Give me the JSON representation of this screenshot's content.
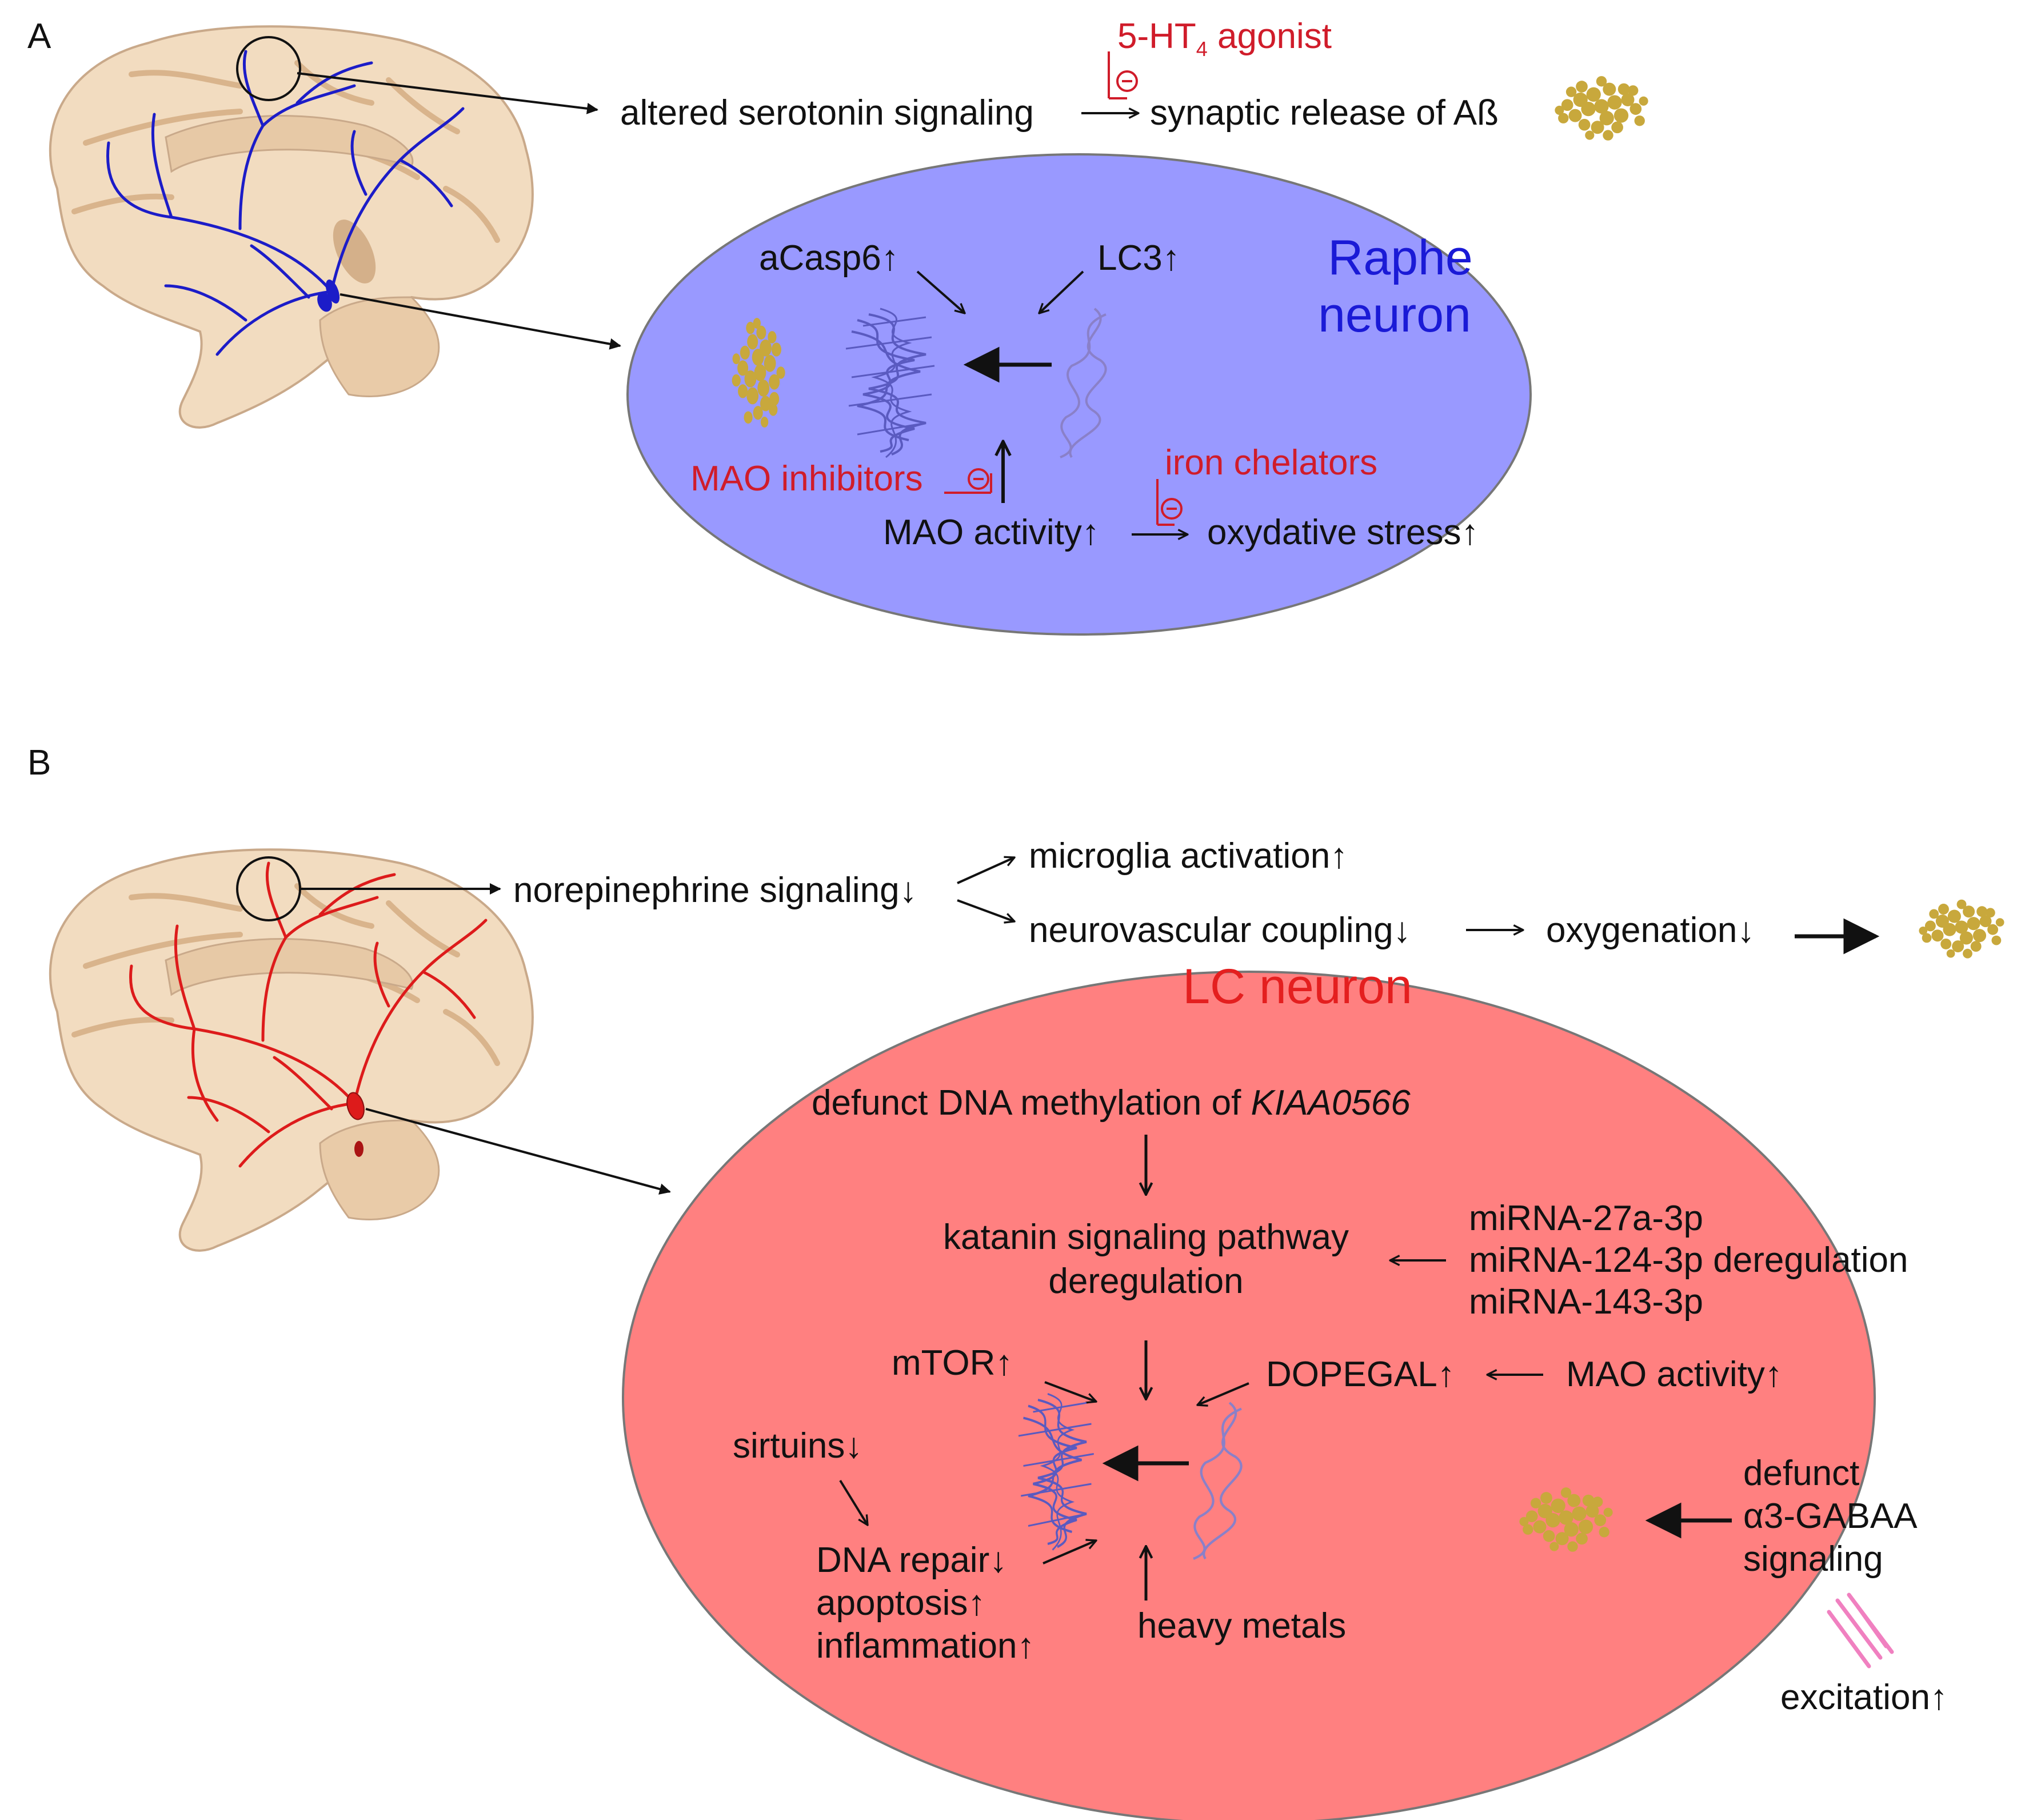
{
  "panel_a": {
    "letter": "A",
    "signaling": "altered serotonin signaling",
    "synaptic_release": "synaptic release of Aß",
    "agonist_prefix": "5-HT",
    "agonist_sub": "4",
    "agonist_suffix": " agonist",
    "neuron_title_line1": "Raphe",
    "neuron_title_line2": "neuron",
    "acasp6": "aCasp6↑",
    "lc3": "LC3↑",
    "mao_inhibitors": "MAO inhibitors",
    "iron_chelators": "iron chelators",
    "mao_activity": "MAO activity↑",
    "oxidative_stress": "oxydative stress↑"
  },
  "panel_b": {
    "letter": "B",
    "ne_signaling": "norepinephrine signaling↓",
    "microglia": "microglia activation↑",
    "neurovascular": "neurovascular coupling↓",
    "oxygenation": "oxygenation↓",
    "neuron_title": "LC neuron",
    "methylation_prefix": "defunct DNA methylation of ",
    "methylation_gene": "KIAA0566",
    "katanin_line1": "katanin signaling pathway",
    "katanin_line2": "deregulation",
    "mirna_1": "miRNA-27a-3p",
    "mirna_2": "miRNA-124-3p deregulation",
    "mirna_3": "miRNA-143-3p",
    "mtor": "mTOR↑",
    "dopegal": "DOPEGAL↑",
    "mao_activity": "MAO activity↑",
    "sirtuins": "sirtuins↓",
    "dna_repair": "DNA repair↓",
    "apoptosis": "apoptosis↑",
    "inflammation": "inflammation↑",
    "heavy_metals": "heavy metals",
    "gaba_line1": "defunct",
    "gaba_line2": "α3-GABAA",
    "gaba_line3": "signaling",
    "excitation": "excitation↑"
  },
  "colors": {
    "raphe_fill": "#9999ff",
    "lc_fill": "#ff8080",
    "serotonin_pathway": "#1c1cc8",
    "noradrenaline_pathway": "#dd1b1b",
    "inhibitor_text": "#d01c2a",
    "amyloid": "#c8a83c",
    "tau_fibril": "#5a5ac0",
    "brain_tissue": "#f2dcc0"
  },
  "icons": [
    "brain-illustration",
    "amyloid-plaque-icon",
    "tau-tangle-icon",
    "alpha-synuclein-helix-icon",
    "inhibition-marker-icon",
    "excitation-spark-icon"
  ]
}
